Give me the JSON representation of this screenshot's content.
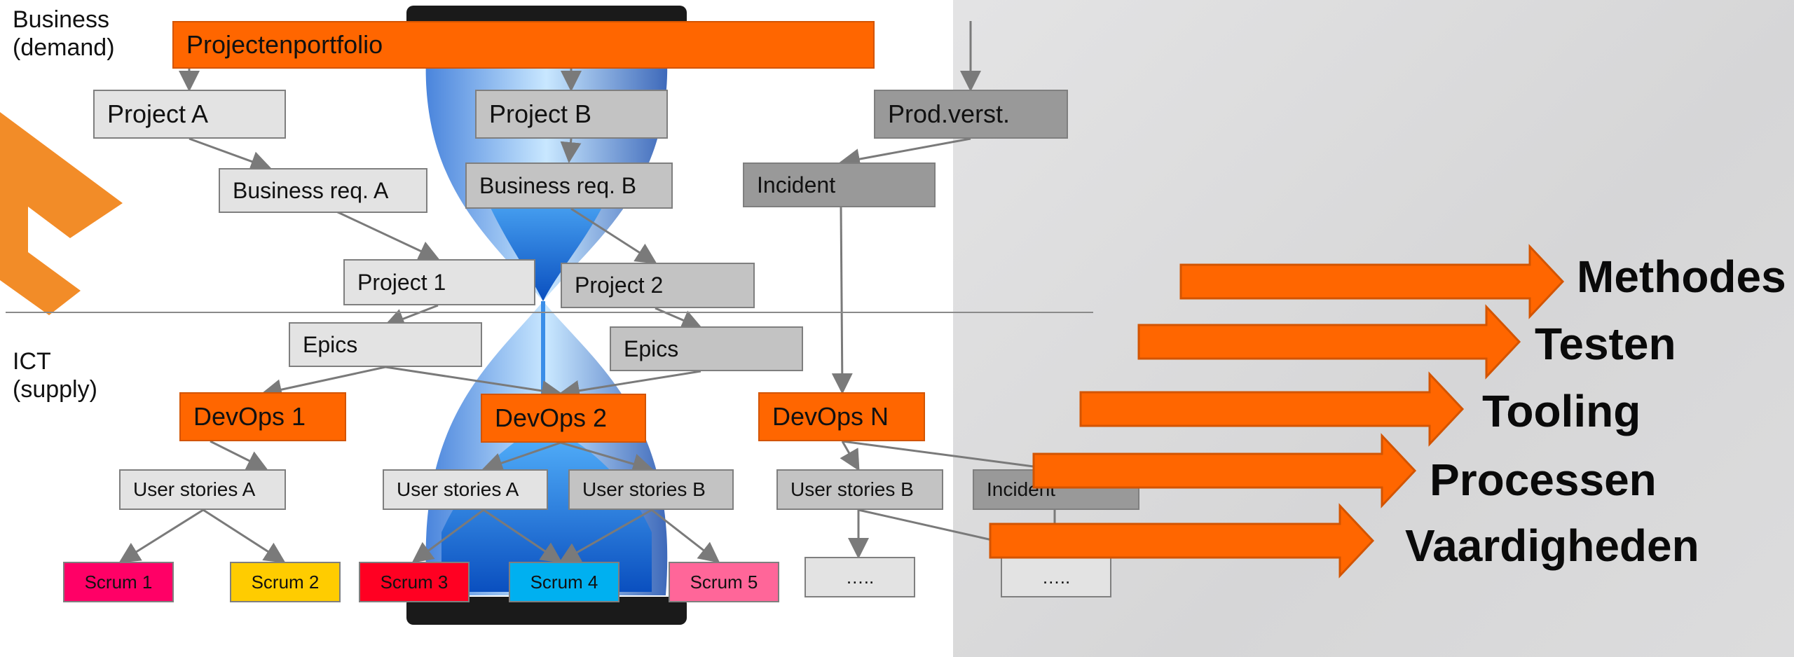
{
  "labels": {
    "business": "Business",
    "demand": "(demand)",
    "ict": "ICT",
    "supply": "(supply)"
  },
  "nodes": {
    "portfolio": "Projectenportfolio",
    "project_a": "Project A",
    "project_b": "Project B",
    "prod_verst": "Prod.verst.",
    "business_req_a": "Business req. A",
    "business_req_b": "Business req. B",
    "incident_top": "Incident",
    "project_1": "Project 1",
    "project_2": "Project 2",
    "epics_1": "Epics",
    "epics_2": "Epics",
    "devops_1": "DevOps 1",
    "devops_2": "DevOps 2",
    "devops_n": "DevOps N",
    "user_stories_a1": "User stories A",
    "user_stories_a2": "User stories A",
    "user_stories_b1": "User stories B",
    "user_stories_b2": "User stories B",
    "incident_bottom": "Incident",
    "scrum_1": "Scrum 1",
    "scrum_2": "Scrum 2",
    "scrum_3": "Scrum 3",
    "scrum_4": "Scrum 4",
    "scrum_5": "Scrum 5",
    "dots_1": "…..",
    "dots_2": "….."
  },
  "arrows": [
    "Methodes",
    "Testen",
    "Tooling",
    "Processen",
    "Vaardigheden"
  ],
  "colors": {
    "orange": "#ff6600",
    "scrum_1": "#ff0066",
    "scrum_2": "#ffcc00",
    "scrum_3": "#ff0022",
    "scrum_4": "#00b0f0",
    "scrum_5": "#ff6699"
  }
}
